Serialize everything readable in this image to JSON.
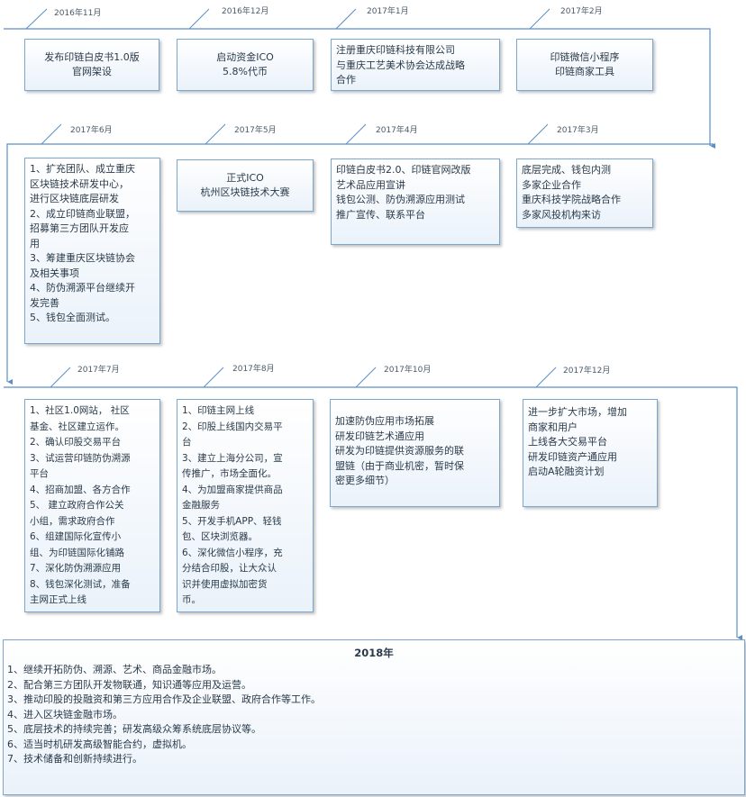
{
  "rows": [
    {
      "items": [
        {
          "date": "2016年11月",
          "lines": [
            "发布印链白皮书1.0版",
            "官网架设"
          ]
        },
        {
          "date": "2016年12月",
          "lines": [
            "启动资金ICO",
            "5.8%代币"
          ]
        },
        {
          "date": "2017年1月",
          "lines": [
            "注册重庆印链科技有限公司",
            "与重庆工艺美术协会达成战略",
            "合作"
          ]
        },
        {
          "date": "2017年2月",
          "lines": [
            "印链微信小程序",
            "印链商家工具"
          ]
        }
      ]
    },
    {
      "items": [
        {
          "date": "2017年6月",
          "lines": [
            "1、扩充团队、成立重庆",
            "区块链技术研发中心，",
            "进行区块链底层研发",
            "2、成立印链商业联盟，",
            "招募第三方团队开发应",
            "用",
            "3、筹建重庆区块链协会",
            "及相关事项",
            "4、防伪溯源平台继续开",
            "发完善",
            "5、钱包全面测试。"
          ]
        },
        {
          "date": "2017年5月",
          "lines": [
            "正式ICO",
            "杭州区块链技术大赛"
          ]
        },
        {
          "date": "2017年4月",
          "lines": [
            "印链白皮书2.0、印链官网改版",
            "艺术品应用宣讲",
            "钱包公测、防伪溯源应用测试",
            "推广宣传、联系平台"
          ]
        },
        {
          "date": "2017年3月",
          "lines": [
            "底层完成、钱包内测",
            "多家企业合作",
            "重庆科技学院战略合作",
            "多家风投机构来访"
          ]
        }
      ]
    },
    {
      "items": [
        {
          "date": "2017年7月",
          "lines": [
            "1、社区1.0网站， 社区",
            "基金、社区建立运作。",
            "2、确认印股交易平台",
            "3、试运营印链防伪溯源",
            "平台",
            "4、招商加盟、各方合作",
            "5、 建立政府合作公关",
            "小组，需求政府合作",
            "6、组建国际化宣传小",
            "组、为印链国际化铺路",
            "7、深化防伪溯源应用",
            "8、钱包深化测试，准备",
            "主网正式上线"
          ]
        },
        {
          "date": "2017年8月",
          "lines": [
            "1、印链主网上线",
            "2、印股上线国内交易平",
            "台",
            "3、建立上海分公司，宣",
            "传推广，市场全面化。",
            "4、为加盟商家提供商品",
            "金融服务",
            "5、开发手机APP、轻钱",
            "包、区块浏览器。",
            "6、深化微信小程序，充",
            "分结合印股，让大众认",
            "识并使用虚拟加密货",
            "币。"
          ]
        },
        {
          "date": "2017年10月",
          "lines": [
            "加速防伪应用市场拓展",
            "研发印链艺术通应用",
            "研发为印链提供资源服务的联",
            "盟链（由于商业机密，暂时保",
            "密更多细节）"
          ]
        },
        {
          "date": "2017年12月",
          "lines": [
            "进一步扩大市场，增加",
            "商家和用户",
            "上线各大交易平台",
            "研发印链资产通应用",
            "启动A轮融资计划"
          ]
        }
      ]
    }
  ],
  "final": {
    "title": "2018年",
    "lines": [
      "1、继续开拓防伪、溯源、艺术、商品金融市场。",
      "2、配合第三方团队开发物联通，知识通等应用及运营。",
      "3、推动印股的投融资和第三方应用合作及企业联盟、政府合作等工作。",
      "4、进入区块链金融市场。",
      "5、底层技术的持续完善；研发高级众筹系统底层协议等。",
      "6、适当时机研发高级智能合约，虚拟机。",
      "7、技术储备和创新持续进行。"
    ]
  },
  "colors": {
    "line": "#5b8fc4",
    "border": "#7aa6cf"
  }
}
